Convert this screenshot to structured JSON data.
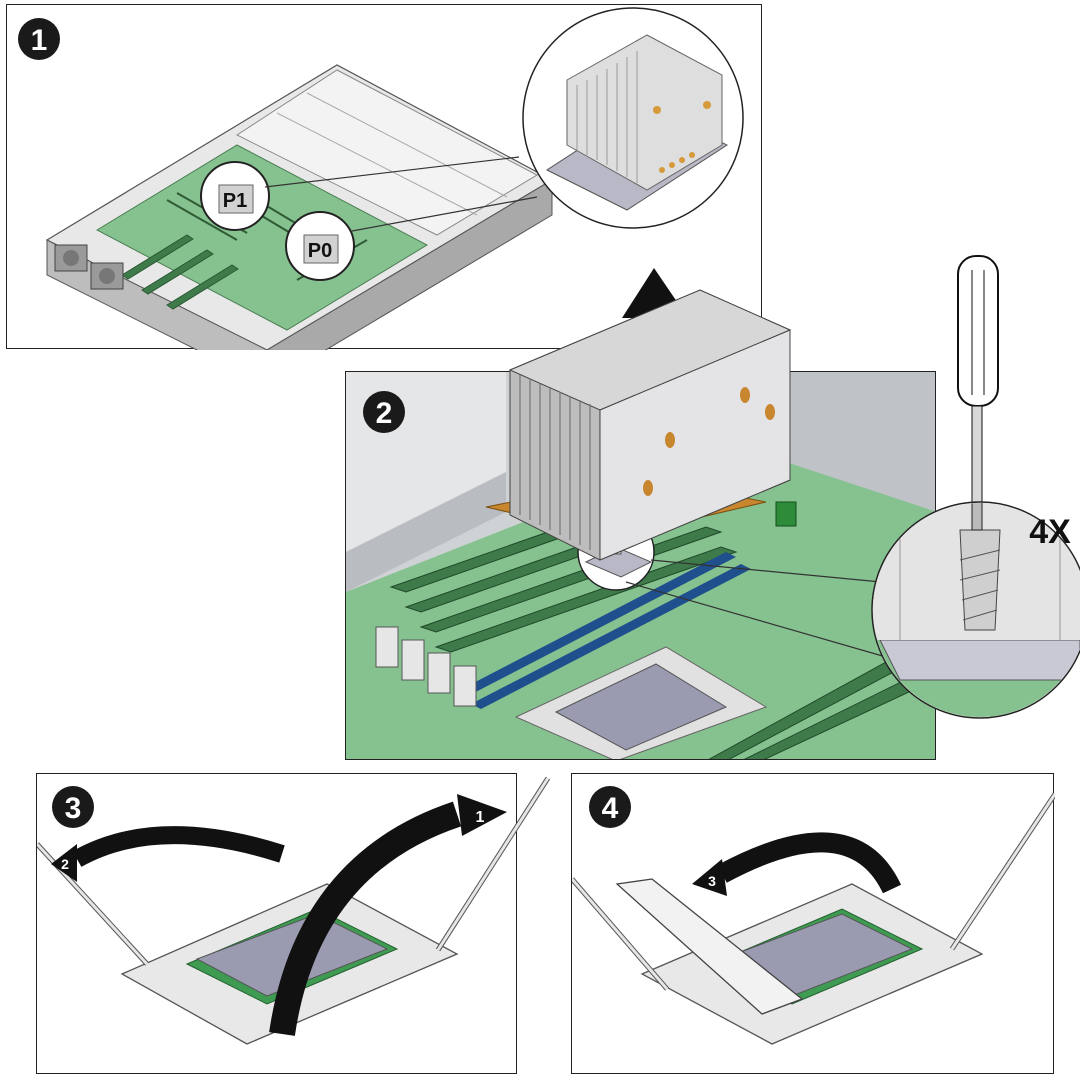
{
  "steps": [
    {
      "number": "1"
    },
    {
      "number": "2"
    },
    {
      "number": "3"
    },
    {
      "number": "4"
    }
  ],
  "labels": {
    "processor_p1": "P1",
    "processor_p0": "P0",
    "screw_count": "4X",
    "lever_1": "1",
    "lever_2": "2",
    "lever_3": "3"
  },
  "colors": {
    "motherboard": "#86c28f",
    "dimm": "#3f7a4a",
    "dimm_slot": "#1f4f8c",
    "heatsink_base": "#c8862e",
    "chassis": "#dcdcdc",
    "arrow": "#111111"
  }
}
